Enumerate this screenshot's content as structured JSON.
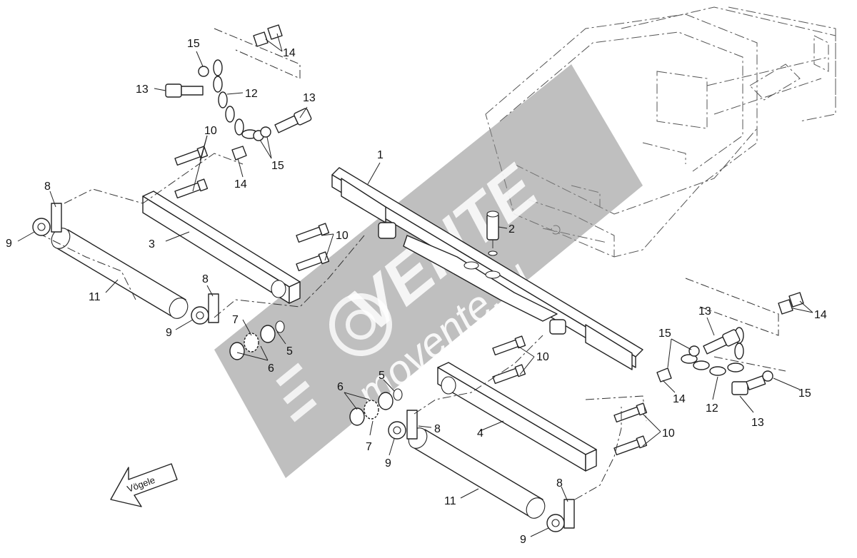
{
  "watermark": {
    "brand": "VENTE",
    "site": "movente.ru",
    "band_color": "#8a8a8a"
  },
  "direction_arrow": {
    "label": "Vögele"
  },
  "callouts": {
    "c1": "1",
    "c2": "2",
    "c3": "3",
    "c4": "4",
    "c5a": "5",
    "c5b": "5",
    "c6a": "6",
    "c6b": "6",
    "c7a": "7",
    "c7b": "7",
    "c8a": "8",
    "c8b": "8",
    "c8c": "8",
    "c8d": "8",
    "c9a": "9",
    "c9b": "9",
    "c9c": "9",
    "c9d": "9",
    "c10a": "10",
    "c10b": "10",
    "c10c": "10",
    "c10d": "10",
    "c11a": "11",
    "c11b": "11",
    "c12a": "12",
    "c12b": "12",
    "c13a": "13",
    "c13b": "13",
    "c13c": "13",
    "c13d": "13",
    "c14a": "14",
    "c14b": "14",
    "c14c": "14",
    "c14d": "14",
    "c15a": "15",
    "c15b": "15",
    "c15c": "15",
    "c15d": "15"
  }
}
